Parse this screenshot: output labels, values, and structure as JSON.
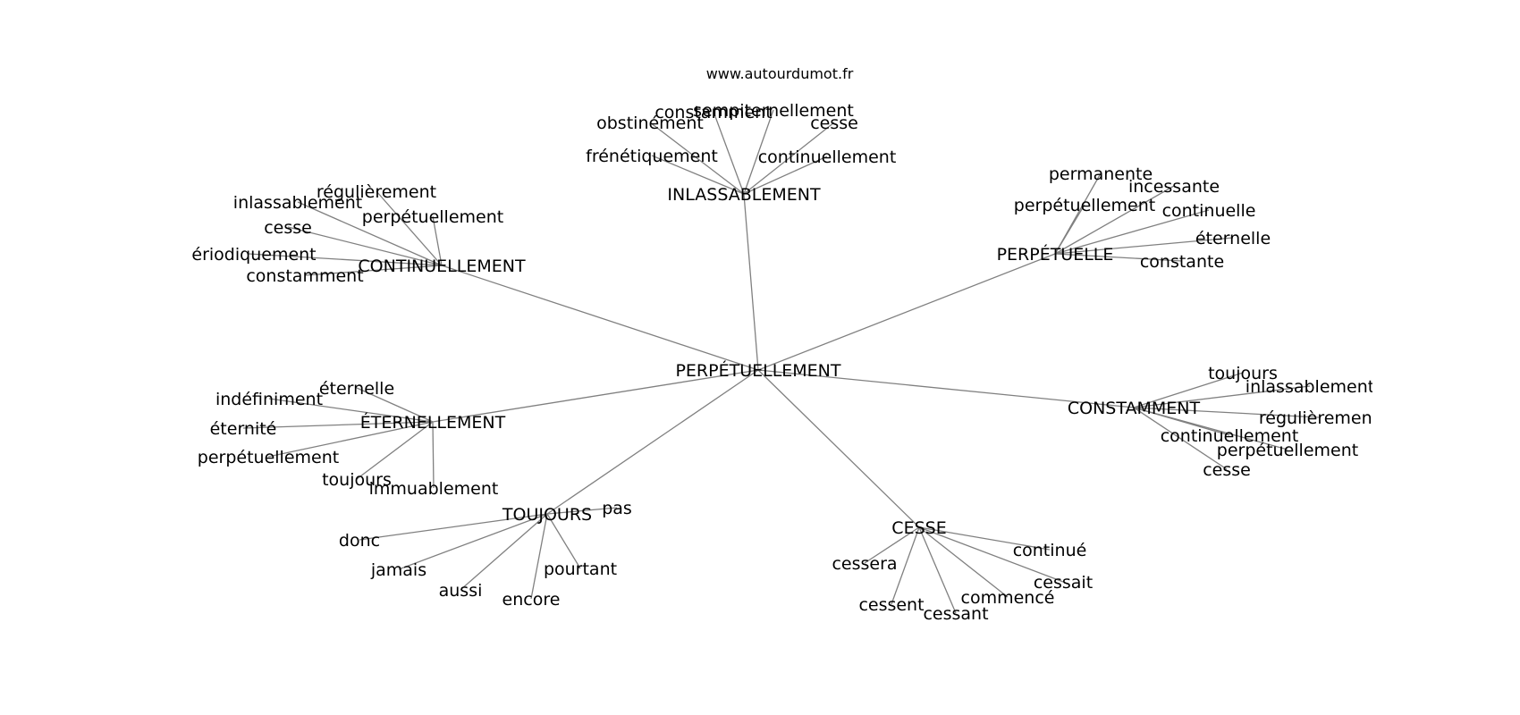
{
  "source_label": "www.autourdumot.fr",
  "graph": {
    "center": "PERPÉTUELLEMENT",
    "clusters": [
      {
        "label": "INLASSABLEMENT",
        "words": [
          "obstinément",
          "constamment",
          "sempiternellement",
          "cesse",
          "frénétiquement",
          "continuellement"
        ]
      },
      {
        "label": "CONTINUELLEMENT",
        "words": [
          "régulièrement",
          "inlassablement",
          "perpétuellement",
          "cesse",
          "périodiquement",
          "constamment"
        ]
      },
      {
        "label": "PERPÉTUELLE",
        "words": [
          "permanente",
          "incessante",
          "perpétuellement",
          "continuelle",
          "éternelle",
          "constante"
        ]
      },
      {
        "label": "ÉTERNELLEMENT",
        "words": [
          "éternelle",
          "indéfiniment",
          "éternité",
          "perpétuellement",
          "toujours",
          "immuablement"
        ]
      },
      {
        "label": "CONSTAMMENT",
        "words": [
          "toujours",
          "inlassablement",
          "régulièrement",
          "continuellement",
          "perpétuellement",
          "cesse"
        ]
      },
      {
        "label": "TOUJOURS",
        "words": [
          "pas",
          "donc",
          "jamais",
          "aussi",
          "encore",
          "pourtant"
        ]
      },
      {
        "label": "CESSE",
        "words": [
          "continué",
          "cessera",
          "cessait",
          "commencé",
          "cessent",
          "cessant"
        ]
      }
    ]
  }
}
